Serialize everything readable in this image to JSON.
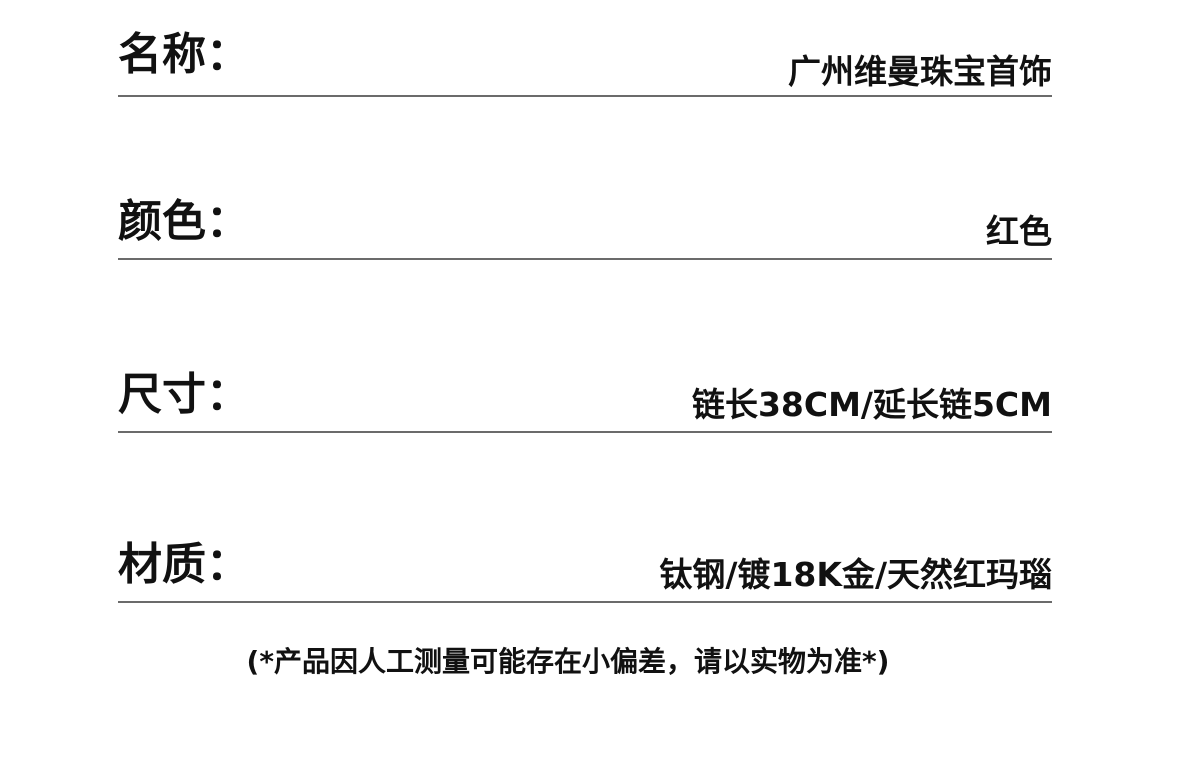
{
  "specs": [
    {
      "label": "名称：",
      "value": "广州维曼珠宝首饰"
    },
    {
      "label": "颜色：",
      "value": "红色"
    },
    {
      "label": "尺寸：",
      "value": "链长38CM/延长链5CM"
    },
    {
      "label": "材质：",
      "value": "钛钢/镀18K金/天然红玛瑙"
    }
  ],
  "note": "(*产品因人工测量可能存在小偏差，请以实物为准*)"
}
